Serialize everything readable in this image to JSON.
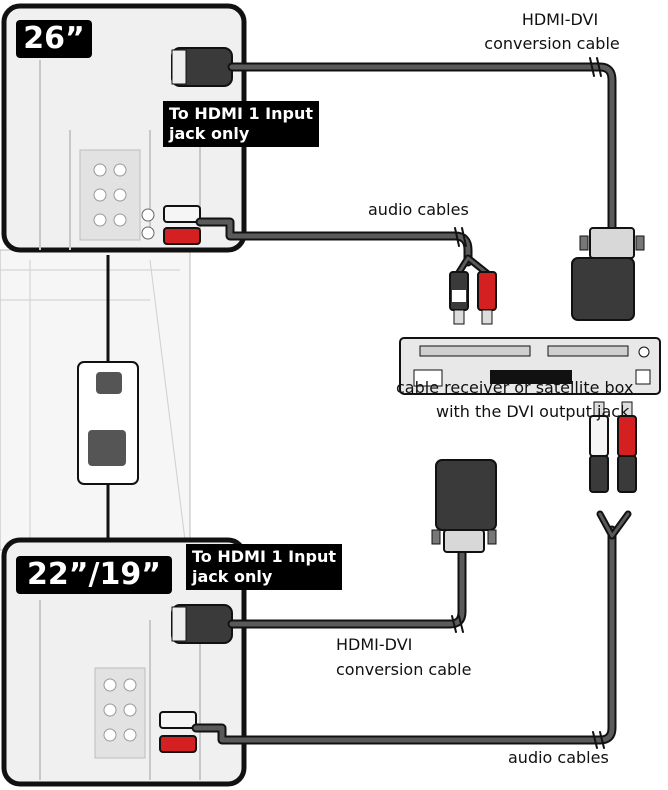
{
  "panels": {
    "top": {
      "size_label": "26”",
      "note": "To HDMI 1 Input\njack only"
    },
    "bottom": {
      "size_label": "22”/19”",
      "note": "To HDMI 1 Input\njack only"
    }
  },
  "captions": {
    "hdmi_dvi_top_line1": "HDMI-DVI",
    "hdmi_dvi_top_line2": "conversion cable",
    "audio_top": "audio cables",
    "receiver_line1": "cable receiver or satellite box",
    "receiver_line2": "with the DVI output jack",
    "hdmi_dvi_bottom_line1": "HDMI-DVI",
    "hdmi_dvi_bottom_line2": "conversion cable",
    "audio_bottom": "audio cables"
  },
  "colors": {
    "outline": "#111111",
    "tv_panel": "#f0f0f0",
    "cable": "#5a5a5a",
    "plug": "#3a3a3a",
    "red_plug": "#d42020",
    "white_plug": "#f5f5f5",
    "receiver": "#e8e8e8"
  }
}
